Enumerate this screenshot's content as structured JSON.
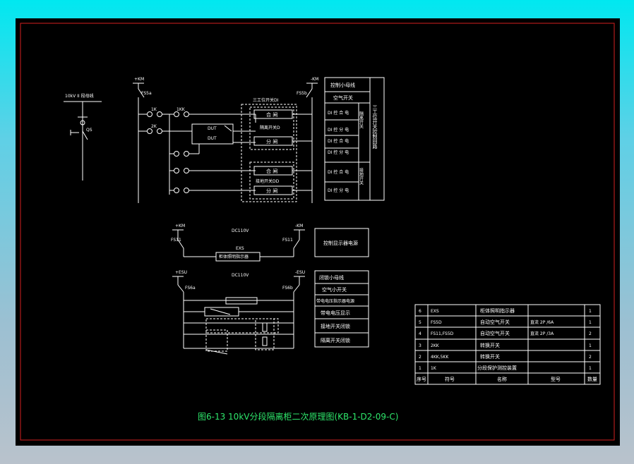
{
  "caption": "图6-13 10kV分段隔离柜二次原理图(KB-1-D2-09-C)",
  "top": {
    "bus_label": "10kV II 段母线",
    "qs_label": "QS",
    "plus_km": "+KM",
    "minus_km": "-KM",
    "fu_top": "FS5a",
    "fu_right": "FS5b",
    "k1": "1K",
    "k2": "2K",
    "sw1": "1KK",
    "dut1": "DUT",
    "dut2": "DUT",
    "box1_title": "三工位开关DI",
    "box1_inner": "隔离开关D",
    "close1": "合 闸",
    "open1": "分 闸",
    "box2_inner": "接地开关DD",
    "close2": "合 闸",
    "open2": "分 闸",
    "d_labels": [
      "DI 控 合 电",
      "DI 控 分 电",
      "DI 控 合 电",
      "DI 控 分 电",
      "DI 控 合 电",
      "DI 控 分 电"
    ]
  },
  "right_table": {
    "rows": [
      "控制小母线",
      "空气开关"
    ],
    "side_label": "三工位开关控制回路",
    "sub1": "隔离开关",
    "sub2": "接地开关"
  },
  "mid": {
    "plus_km": "+KM",
    "minus_km": "-KM",
    "dc": "DC110V",
    "fu1": "FS11",
    "fu2": "FS11",
    "lamp": "EXS",
    "lamp_box": "柜体照明指示器",
    "legend": "控制显示器电源"
  },
  "low": {
    "plus": "+ESU",
    "minus": "-ESU",
    "dc": "DC110V",
    "fu1": "FS6a",
    "fu2": "FS6b",
    "labels": [
      "闭锁小母线",
      "空气小开关",
      "带电电压指示器电源",
      "带电电压显示",
      "接地开关闭锁",
      "隔离开关闭锁"
    ]
  },
  "parts_table": {
    "header": [
      "序号",
      "符号",
      "名称",
      "型号",
      "数量"
    ],
    "rows": [
      [
        "6",
        "EXS",
        "柜体照明指示器",
        "",
        "1"
      ],
      [
        "5",
        "FS5D",
        "自动空气开关",
        "直流 2P /6A",
        "1"
      ],
      [
        "4",
        "FS11,FS5D",
        "自动空气开关",
        "直流 2P /3A",
        "2"
      ],
      [
        "3",
        "2KK",
        "转换开关",
        "",
        "1"
      ],
      [
        "2",
        "4KK,5KK",
        "转换开关",
        "",
        "2"
      ],
      [
        "1",
        "1K",
        "分段保护测控装置",
        "",
        "1"
      ]
    ]
  }
}
